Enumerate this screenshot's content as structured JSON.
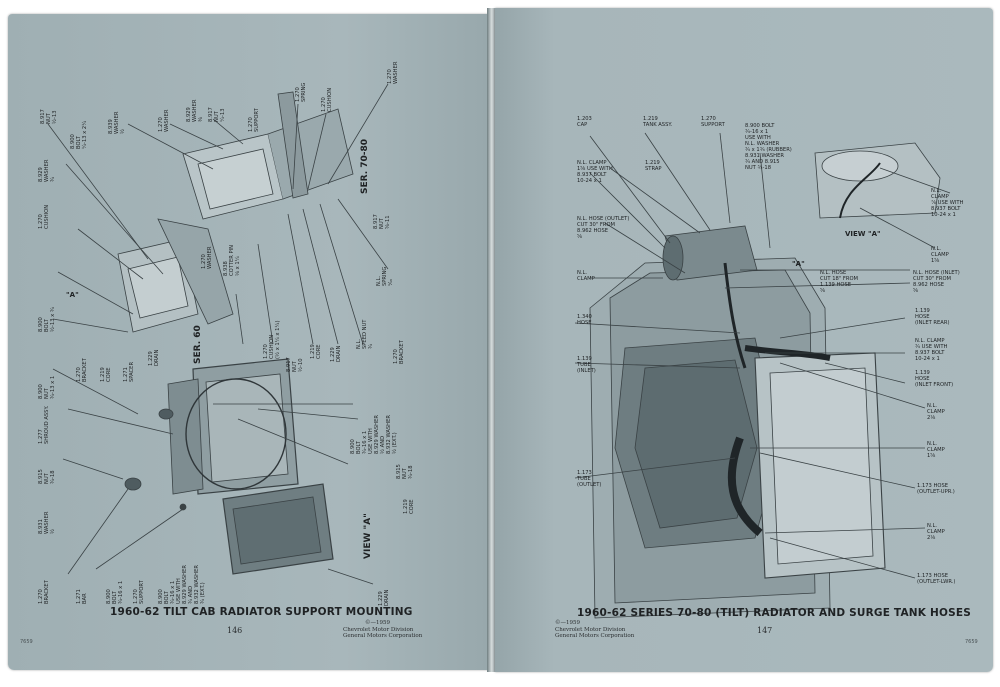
{
  "colors": {
    "page": "#a6b5b9",
    "ink": "#1f2224",
    "background": "#ffffff"
  },
  "left_page": {
    "caption": "1960-62 TILT CAB RADIATOR SUPPORT MOUNTING",
    "page_number": "146",
    "copyright": "©—1959",
    "imprint_line1": "Chevrolet Motor Division",
    "imprint_line2": "General Motors Corporation",
    "corner_code": "7659",
    "series_labels": [
      "SER. 70-80",
      "SER. 60"
    ],
    "view_label": "VIEW \"A\"",
    "callout_a": "\"A\"",
    "part_labels": [
      {
        "key": "washer_top",
        "lines": [
          "1.270",
          "WASHER"
        ]
      },
      {
        "key": "cushion_top",
        "lines": [
          "1.270",
          "CUSHION"
        ]
      },
      {
        "key": "spring_top",
        "lines": [
          "1.270",
          "SPRING"
        ]
      },
      {
        "key": "support_top",
        "lines": [
          "1.270",
          "SUPPORT"
        ]
      },
      {
        "key": "nut_top",
        "lines": [
          "8.917",
          "NUT",
          "¼-13"
        ]
      },
      {
        "key": "washer2",
        "lines": [
          "8.929",
          "WASHER",
          "⅜"
        ]
      },
      {
        "key": "washer3",
        "lines": [
          "1.270",
          "WASHER"
        ]
      },
      {
        "key": "bolt_top",
        "lines": [
          "8.900",
          "BOLT",
          "¼-13 x 2¼"
        ]
      },
      {
        "key": "nut2",
        "lines": [
          "8.917",
          "NUT",
          "½-13"
        ]
      },
      {
        "key": "washer4",
        "lines": [
          "8.939",
          "WASHER",
          "½"
        ]
      },
      {
        "key": "cushion2",
        "lines": [
          "1.270",
          "CUSHION"
        ]
      },
      {
        "key": "washer5",
        "lines": [
          "8.929",
          "WASHER",
          "¾"
        ]
      },
      {
        "key": "bolt2",
        "lines": [
          "8.900",
          "BOLT",
          "½-13 x ¾"
        ]
      },
      {
        "key": "washer6",
        "lines": [
          "1.270",
          "WASHER"
        ]
      },
      {
        "key": "cotter",
        "lines": [
          "8.938",
          "COTTER PIN",
          "⅛ x 1¼"
        ]
      },
      {
        "key": "cushion3",
        "lines": [
          "1.270",
          "CUSHION",
          "(½ x 1¼ x 1¼)"
        ]
      },
      {
        "key": "nut3",
        "lines": [
          "8.917",
          "NUT",
          "½-10"
        ]
      },
      {
        "key": "nut4",
        "lines": [
          "8.917",
          "NUT",
          "⅝-11"
        ]
      },
      {
        "key": "spring2",
        "lines": [
          "N.L.",
          "SPRING",
          "¹⁄₁₆"
        ]
      },
      {
        "key": "speednut",
        "lines": [
          "N.L.",
          "SPEED NUT",
          "¾"
        ]
      },
      {
        "key": "bracket_r",
        "lines": [
          "1.270",
          "BRACKET"
        ]
      },
      {
        "key": "core1",
        "lines": [
          "1.219",
          "CORE"
        ]
      },
      {
        "key": "drain1",
        "lines": [
          "1.229",
          "DRAIN"
        ]
      },
      {
        "key": "nut5",
        "lines": [
          "8.900",
          "NUT",
          "¾-13 x 1"
        ]
      },
      {
        "key": "bracket2",
        "lines": [
          "1.270",
          "BRACKET"
        ]
      },
      {
        "key": "core2",
        "lines": [
          "1.219",
          "CORE"
        ]
      },
      {
        "key": "spacer",
        "lines": [
          "1.271",
          "SPACER"
        ]
      },
      {
        "key": "drain2",
        "lines": [
          "1.229",
          "DRAIN"
        ]
      },
      {
        "key": "shroud",
        "lines": [
          "1.277",
          "SHROUD ASSY."
        ]
      },
      {
        "key": "nut6",
        "lines": [
          "8.915",
          "NUT",
          "¾-18"
        ]
      },
      {
        "key": "bolt_mid",
        "lines": [
          "8.900",
          "BOLT",
          "¾-16 x 1",
          "USE WITH",
          "8.929 WASHER",
          "½ AND",
          "8.932 WASHER",
          "½ (EXT.)"
        ]
      },
      {
        "key": "nut7",
        "lines": [
          "8.915",
          "NUT",
          "¾-18"
        ]
      },
      {
        "key": "washer7",
        "lines": [
          "8.931",
          "WASHER",
          "½"
        ]
      },
      {
        "key": "core3",
        "lines": [
          "1.219",
          "CORE"
        ]
      },
      {
        "key": "bracket3",
        "lines": [
          "1.270",
          "BRACKET"
        ]
      },
      {
        "key": "bar",
        "lines": [
          "1.271",
          "BAR"
        ]
      },
      {
        "key": "bolt3",
        "lines": [
          "8.900",
          "BOLT",
          "¾-16 x 1"
        ]
      },
      {
        "key": "support2",
        "lines": [
          "1.270",
          "SUPPORT"
        ]
      },
      {
        "key": "bolt4",
        "lines": [
          "8.900",
          "BOLT",
          "¾-16 x 1",
          "USE WITH",
          "8.929 WASHER",
          "¾ AND",
          "8.932 WASHER",
          "¾ (EXT.)"
        ]
      },
      {
        "key": "drain3",
        "lines": [
          "1.229",
          "DRAIN"
        ]
      }
    ]
  },
  "right_page": {
    "caption": "1960-62 SERIES 70-80 (TILT) RADIATOR AND SURGE TANK HOSES",
    "page_number": "147",
    "copyright": "©—1959",
    "imprint_line1": "Chevrolet Motor Division",
    "imprint_line2": "General Motors Corporation",
    "corner_code": "7659",
    "view_label": "VIEW \"A\"",
    "callout_a": "\"A\"",
    "part_labels": [
      {
        "key": "cap",
        "lines": [
          "1.203",
          "CAP"
        ]
      },
      {
        "key": "tank",
        "lines": [
          "1.219",
          "TANK ASSY."
        ]
      },
      {
        "key": "support",
        "lines": [
          "1.270",
          "SUPPORT"
        ]
      },
      {
        "key": "bolt",
        "lines": [
          "8.900 BOLT",
          "¾-16 x 1",
          "USE WITH",
          "N.L. WASHER",
          "¾ x 1¾ (RUBBER)",
          "8.931 WASHER",
          "¾ AND 8.915",
          "NUT ¾-18"
        ]
      },
      {
        "key": "clamp1",
        "lines": [
          "N.L. CLAMP",
          "1⅝ USE WITH",
          "8.937 BOLT",
          "10-24 x 1"
        ]
      },
      {
        "key": "strap",
        "lines": [
          "1.219",
          "STRAP"
        ]
      },
      {
        "key": "hose_outlet",
        "lines": [
          "N.L. HOSE (OUTLET)",
          "CUT 30\" FROM",
          "8.962 HOSE",
          "⅝"
        ]
      },
      {
        "key": "clamp2",
        "lines": [
          "N.L.",
          "CLAMP"
        ]
      },
      {
        "key": "hose_mid",
        "lines": [
          "N.L. HOSE",
          "CUT 18\" FROM",
          "1.139 HOSE",
          "⅝"
        ]
      },
      {
        "key": "hose_inlet",
        "lines": [
          "N.L. HOSE (INLET)",
          "CUT 30\" FROM",
          "8.962 HOSE",
          "⅝"
        ]
      },
      {
        "key": "hose1340",
        "lines": [
          "1.340",
          "HOSE"
        ]
      },
      {
        "key": "hose_inlet_rear",
        "lines": [
          "1.139",
          "HOSE",
          "(INLET REAR)"
        ]
      },
      {
        "key": "tube_inlet",
        "lines": [
          "1.139",
          "TUBE",
          "(INLET)"
        ]
      },
      {
        "key": "clamp3",
        "lines": [
          "N.L. CLAMP",
          "¾ USE WITH",
          "8.937 BOLT",
          "10-24 x 1"
        ]
      },
      {
        "key": "hose_inlet_front",
        "lines": [
          "1.139",
          "HOSE",
          "(INLET FRONT)"
        ]
      },
      {
        "key": "clamp4",
        "lines": [
          "N.L.",
          "CLAMP",
          "2⅛"
        ]
      },
      {
        "key": "clamp5",
        "lines": [
          "N.L.",
          "CLAMP",
          "1⅝"
        ]
      },
      {
        "key": "tube_outlet",
        "lines": [
          "1.173",
          "TUBE",
          "(OUTLET)"
        ]
      },
      {
        "key": "hose_outlet_upr",
        "lines": [
          "1.173 HOSE",
          "(OUTLET-UPR.)"
        ]
      },
      {
        "key": "clamp6",
        "lines": [
          "N.L.",
          "CLAMP",
          "2⅛"
        ]
      },
      {
        "key": "hose_outlet_lwr",
        "lines": [
          "1.173 HOSE",
          "(OUTLET-LWR.)"
        ]
      },
      {
        "key": "view_clamp1",
        "lines": [
          "N.L.",
          "CLAMP",
          "⅞ USE WITH",
          "8.937 BOLT",
          "10-24 x 1"
        ]
      },
      {
        "key": "view_clamp2",
        "lines": [
          "N.L.",
          "CLAMP",
          "1⅝"
        ]
      }
    ]
  }
}
